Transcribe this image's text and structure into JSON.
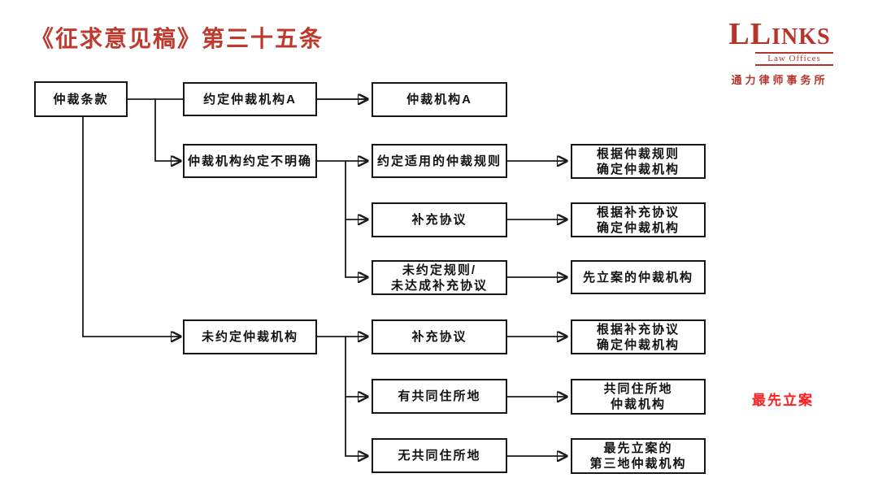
{
  "header": {
    "title": "《征求意见稿》第三十五条"
  },
  "logo": {
    "wordmark_ll": "LL",
    "wordmark_inks": "INKS",
    "subtitle": "Law Offices",
    "chinese_name": "通力律师事务所"
  },
  "annotation": {
    "text": "最先立案"
  },
  "colors": {
    "title_red": "#BE3A2E",
    "logo_red": "#B5352B",
    "annotation_red": "#FF1E1E",
    "box_border": "#161616",
    "connector_black": "#1A1A1A"
  },
  "flowchart": {
    "nodes": {
      "clause": {
        "lines": [
          "仲裁条款"
        ]
      },
      "agreed_a": {
        "lines": [
          "约定仲裁机构A"
        ]
      },
      "unclear": {
        "lines": [
          "仲裁机构约定不明确"
        ]
      },
      "not_agreed": {
        "lines": [
          "未约定仲裁机构"
        ]
      },
      "inst_a": {
        "lines": [
          "仲裁机构A"
        ]
      },
      "agreed_rules": {
        "lines": [
          "约定适用的仲裁规则"
        ]
      },
      "supp_1": {
        "lines": [
          "补充协议"
        ]
      },
      "no_rules": {
        "lines": [
          "未约定规则/",
          "未达成补充协议"
        ]
      },
      "supp_2": {
        "lines": [
          "补充协议"
        ]
      },
      "common_domicile": {
        "lines": [
          "有共同住所地"
        ]
      },
      "no_common_domicile": {
        "lines": [
          "无共同住所地"
        ]
      },
      "by_rules": {
        "lines": [
          "根据仲裁规则",
          "确定仲裁机构"
        ]
      },
      "by_supp_1": {
        "lines": [
          "根据补充协议",
          "确定仲裁机构"
        ]
      },
      "first_filed": {
        "lines": [
          "先立案的仲裁机构"
        ]
      },
      "by_supp_2": {
        "lines": [
          "根据补充协议",
          "确定仲裁机构"
        ]
      },
      "common_inst": {
        "lines": [
          "共同住所地",
          "仲裁机构"
        ]
      },
      "third_place": {
        "lines": [
          "最先立案的",
          "第三地仲裁机构"
        ]
      }
    }
  }
}
